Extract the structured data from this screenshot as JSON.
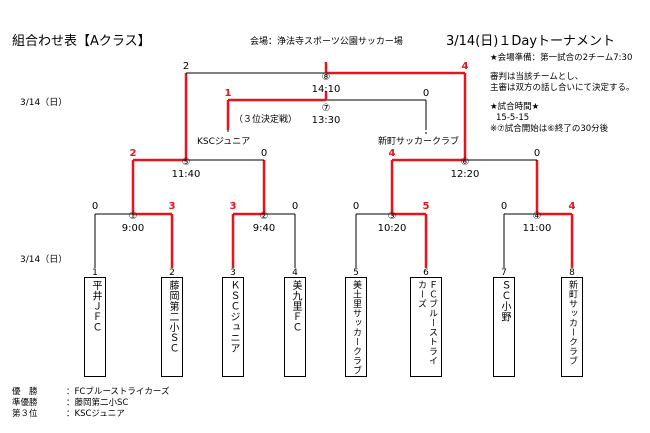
{
  "header": {
    "title": "組合わせ表【Aクラス】",
    "venue": "会場：浄法寺スポーツ公園サッカー場",
    "date_title": "3/14(日)１Dayトーナメント"
  },
  "dates": {
    "row1": "3/14（日）",
    "row2": "3/14（日）"
  },
  "info": {
    "prep": "★会場準備：第一試合の2チーム7:30",
    "referee1": "審判は当該チームとし、",
    "referee2": "主審は双方の話し合いにて決定する。",
    "time_title": "★試合時間★",
    "time_value": "15-5-15",
    "note": "※⑦試合開始は⑥終了の30分後"
  },
  "teams": [
    {
      "num": "1",
      "name": "平井ＪＦＣ"
    },
    {
      "num": "2",
      "name": "藤岡第二小ＳＣ"
    },
    {
      "num": "3",
      "name": "ＫＳＣジュニア"
    },
    {
      "num": "4",
      "name": "美九里ＦＣ"
    },
    {
      "num": "5",
      "name": "美土里サッカークラブ"
    },
    {
      "num": "6",
      "name": "ＦＣブルーストライカーズ"
    },
    {
      "num": "7",
      "name": "ＳＣ小野"
    },
    {
      "num": "8",
      "name": "新町サッカークラブ"
    }
  ],
  "matches": [
    {
      "id": "①",
      "time": "9:00",
      "score_left": "0",
      "score_right": "3"
    },
    {
      "id": "②",
      "time": "9:40",
      "score_left": "3",
      "score_right": "0"
    },
    {
      "id": "③",
      "time": "10:20",
      "score_left": "0",
      "score_right": "5"
    },
    {
      "id": "④",
      "time": "11:00",
      "score_left": "0",
      "score_right": "4"
    },
    {
      "id": "⑤",
      "time": "11:40",
      "score_left": "2",
      "score_right": "0"
    },
    {
      "id": "⑥",
      "time": "12:20",
      "score_left": "4",
      "score_right": "0"
    },
    {
      "id": "⑦",
      "time": "13:30",
      "score_left": "1",
      "score_right": "0",
      "label": "（３位決定戦）",
      "left_team": "KSCジュニア",
      "right_team": "新町サッカークラブ"
    },
    {
      "id": "⑧",
      "time": "14:10",
      "score_left": "2",
      "score_right": "4"
    }
  ],
  "results": [
    {
      "label": "優　勝",
      "value": "：FCブルーストライカーズ"
    },
    {
      "label": "準優勝",
      "value": "：藤岡第二小SC"
    },
    {
      "label": "第３位",
      "value": "：KSCジュニア"
    }
  ],
  "colors": {
    "win_line": "#e8141d",
    "lose_line": "#000000"
  }
}
